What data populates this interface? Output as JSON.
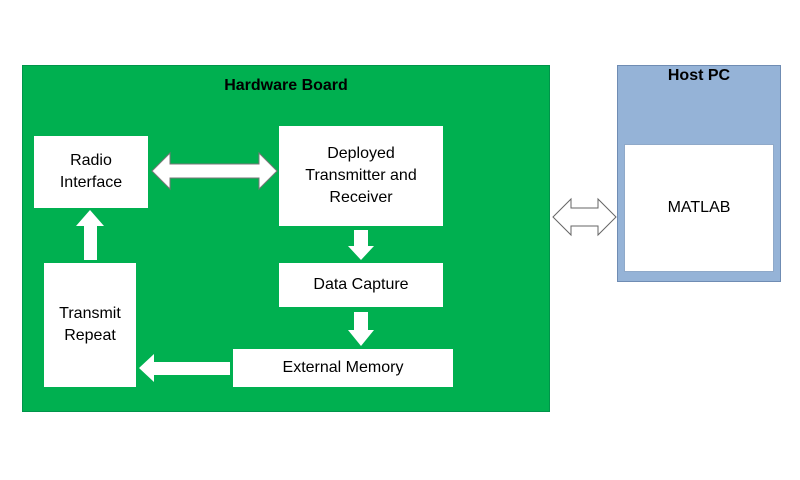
{
  "hardware_board": {
    "title": "Hardware Board",
    "blocks": {
      "radio_interface": "Radio\nInterface",
      "deployed": "Deployed\nTransmitter and\nReceiver",
      "data_capture": "Data Capture",
      "external_memory": "External Memory",
      "transmit_repeat": "Transmit\nRepeat"
    }
  },
  "host_pc": {
    "title": "Host PC",
    "matlab": "MATLAB"
  },
  "colors": {
    "board_fill": "#00b050",
    "host_fill": "#95b3d7",
    "block_fill": "#ffffff"
  }
}
